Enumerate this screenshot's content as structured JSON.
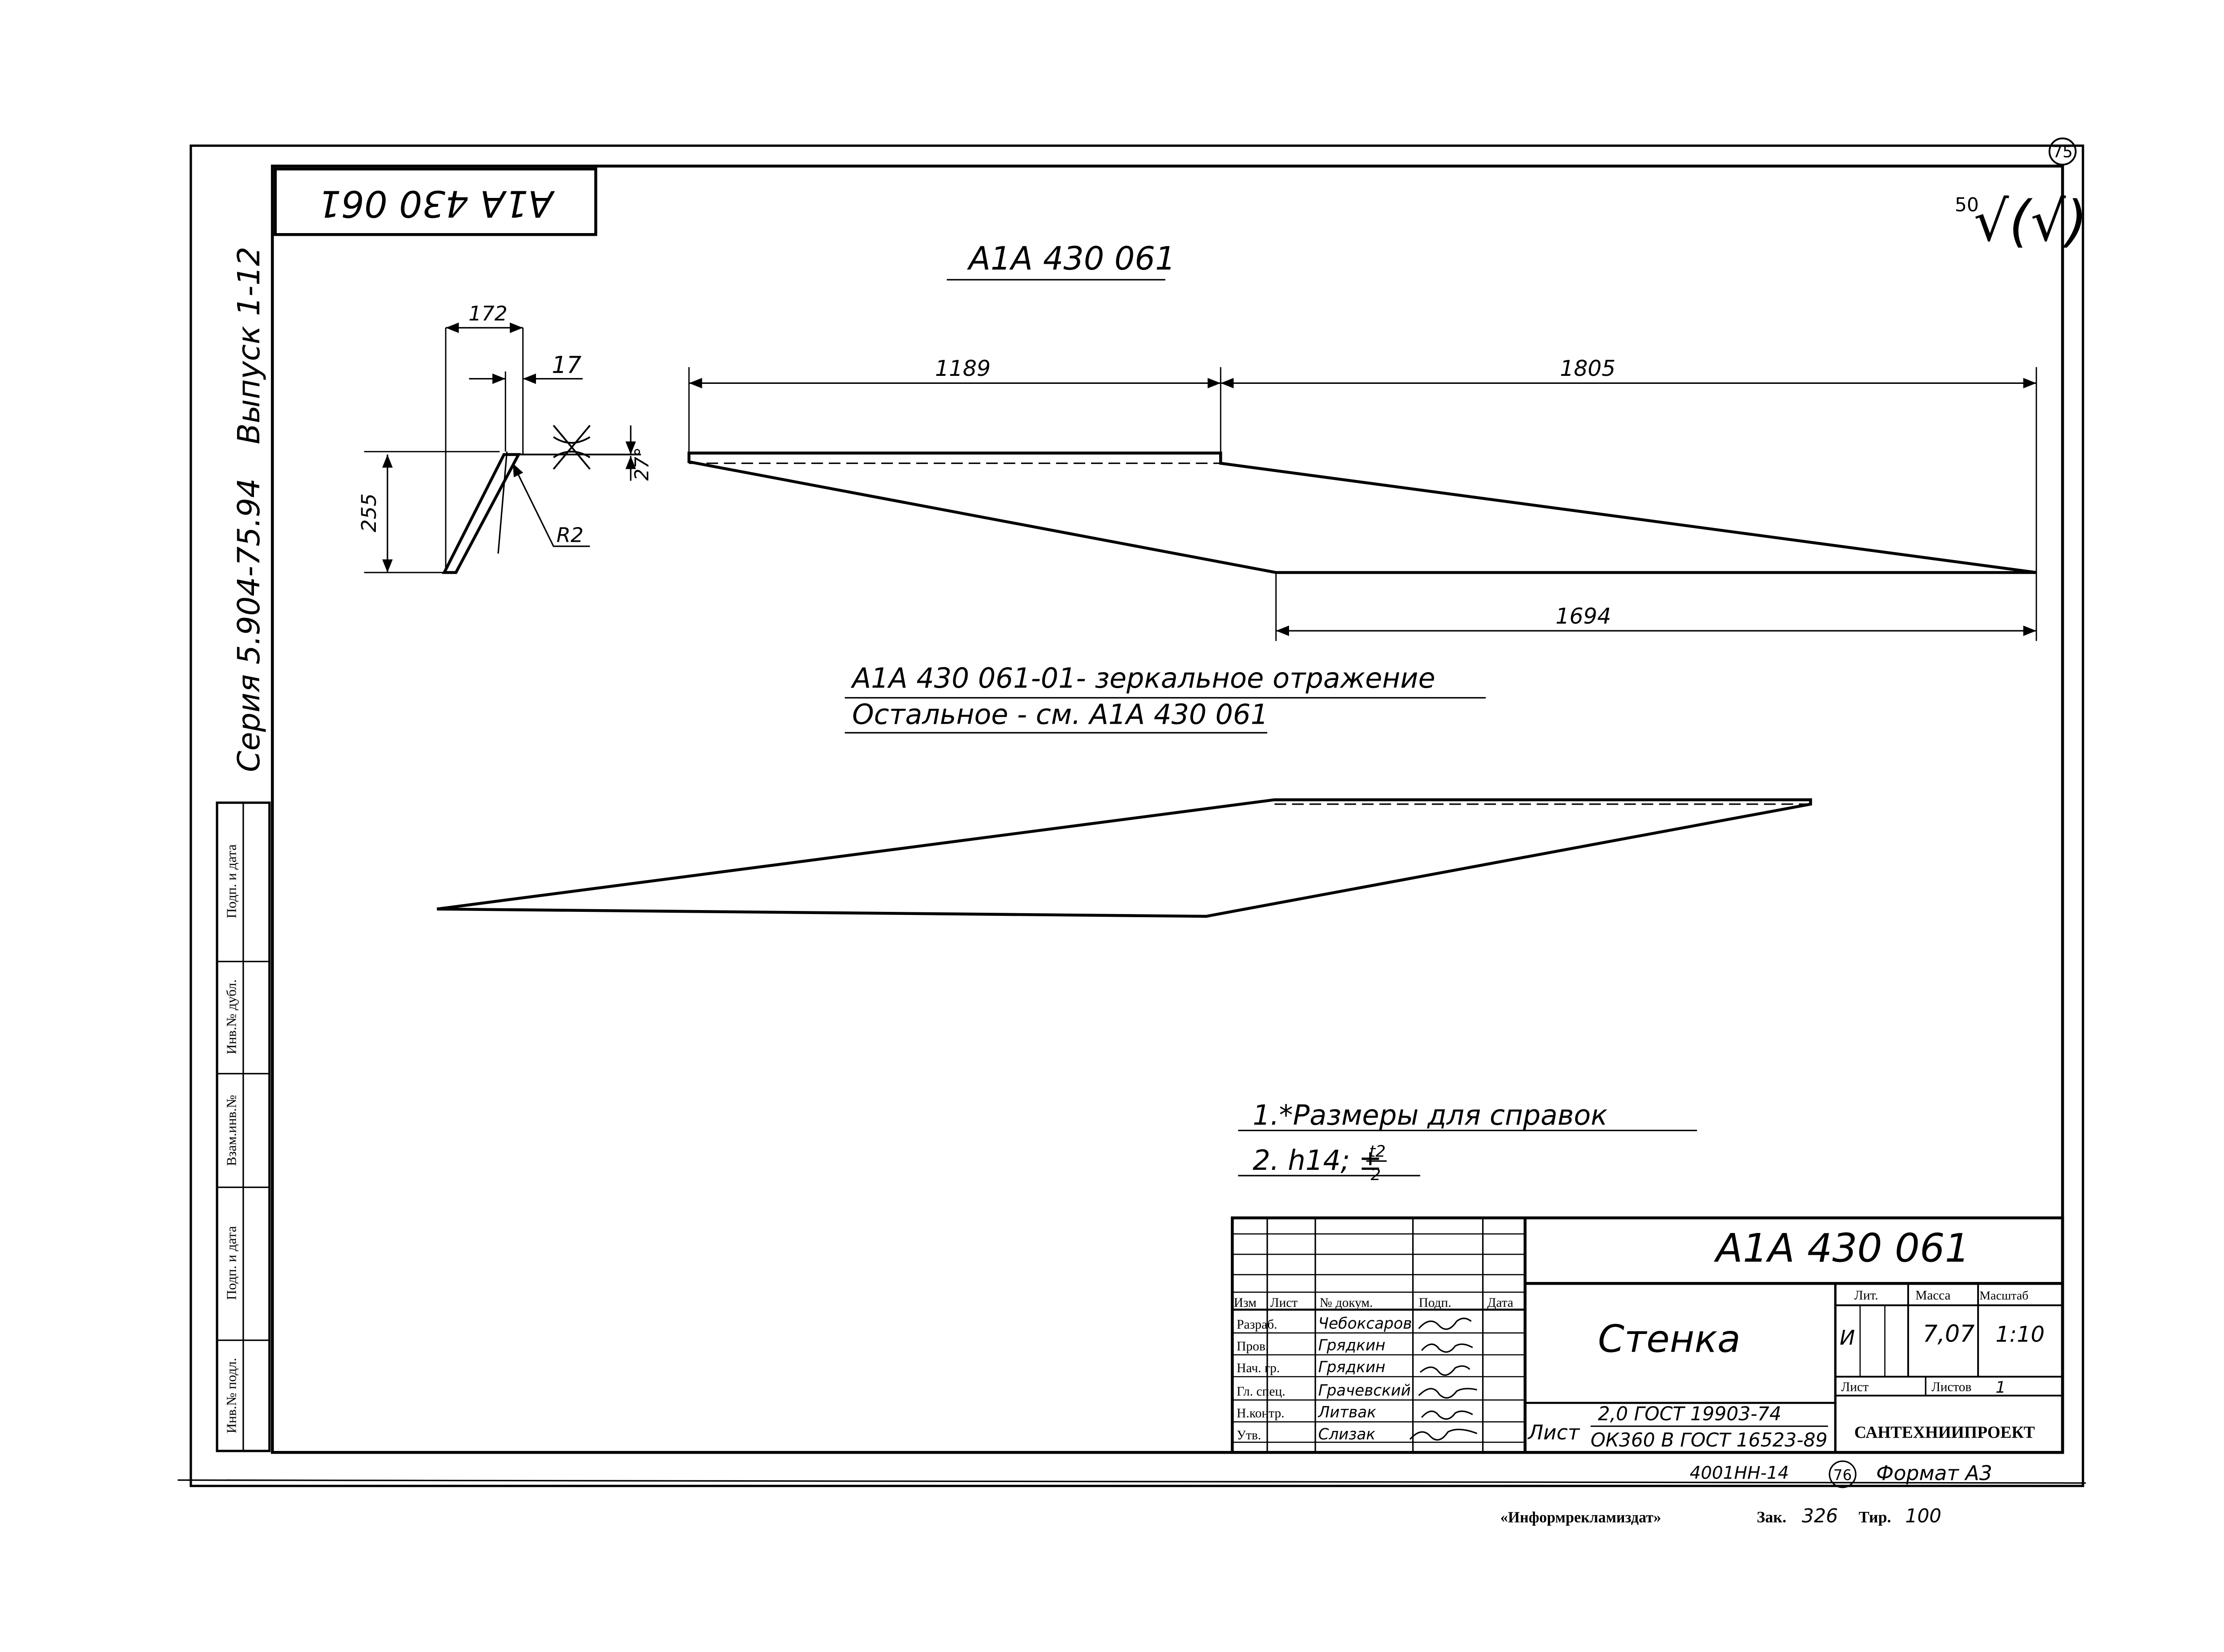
{
  "corner_stamp": "А1А 430 061",
  "roughness": {
    "value": "50",
    "symbol": "√(√)"
  },
  "page_circle": "75",
  "drawing_title": "А1А 430 061",
  "side_binding": {
    "series": "Серия 5.904-75.94",
    "issue": "Выпуск 1-12"
  },
  "profile_view": {
    "width": "172",
    "thickness": "17",
    "height": "255",
    "radius": "R2",
    "angle": "27°"
  },
  "main_view": {
    "dim_left": "1189",
    "dim_right": "1805",
    "dim_bottom": "1694"
  },
  "mirror_note": {
    "line1": "А1А 430 061-01- зеркальное отражение",
    "line2": "Остальное - см. А1А 430 061"
  },
  "notes": {
    "note1": "1.*Размеры для справок",
    "note2": "2. h14; ±",
    "tol_num": "t2",
    "tol_den": "2"
  },
  "left_strip": [
    "Подп. и дата",
    "Инв.№ дубл.",
    "Взам.инв.№",
    "Подп. и дата",
    "Инв.№ подл."
  ],
  "title_block": {
    "designation": "А1А 430 061",
    "name": "Стенка",
    "headers": {
      "izm": "Изм",
      "list": "Лист",
      "doc": "№ докум.",
      "podp": "Подп.",
      "data": "Дата"
    },
    "roles": [
      "Разраб.",
      "Пров.",
      "Нач. гр.",
      "Гл. спец.",
      "Н.контр.",
      "Утв."
    ],
    "names": [
      "Чебоксаров",
      "Грядкин",
      "Грядкин",
      "Грачевский",
      "Литвак",
      "Слизак"
    ],
    "lit_label": "Лит.",
    "lit_value": "И",
    "mass_label": "Масса",
    "mass_value": "7,07",
    "scale_label": "Масштаб",
    "scale_value": "1:10",
    "sheet_label": "Лист",
    "sheets_label": "Листов",
    "sheets_value": "1",
    "material_word": "Лист",
    "material_top": "2,0 ГОСТ 19903-74",
    "material_bottom": "ОК360 В ГОСТ 16523-89",
    "org": "САНТЕХНИИПРОЕКТ"
  },
  "below_frame": {
    "archive": "4001НН-14",
    "circle": "76",
    "format": "Формат А3"
  },
  "footer": {
    "publisher": "«Информрекламиздат»",
    "order_label": "Зак.",
    "order_value": "326",
    "run_label": "Тир.",
    "run_value": "100"
  }
}
